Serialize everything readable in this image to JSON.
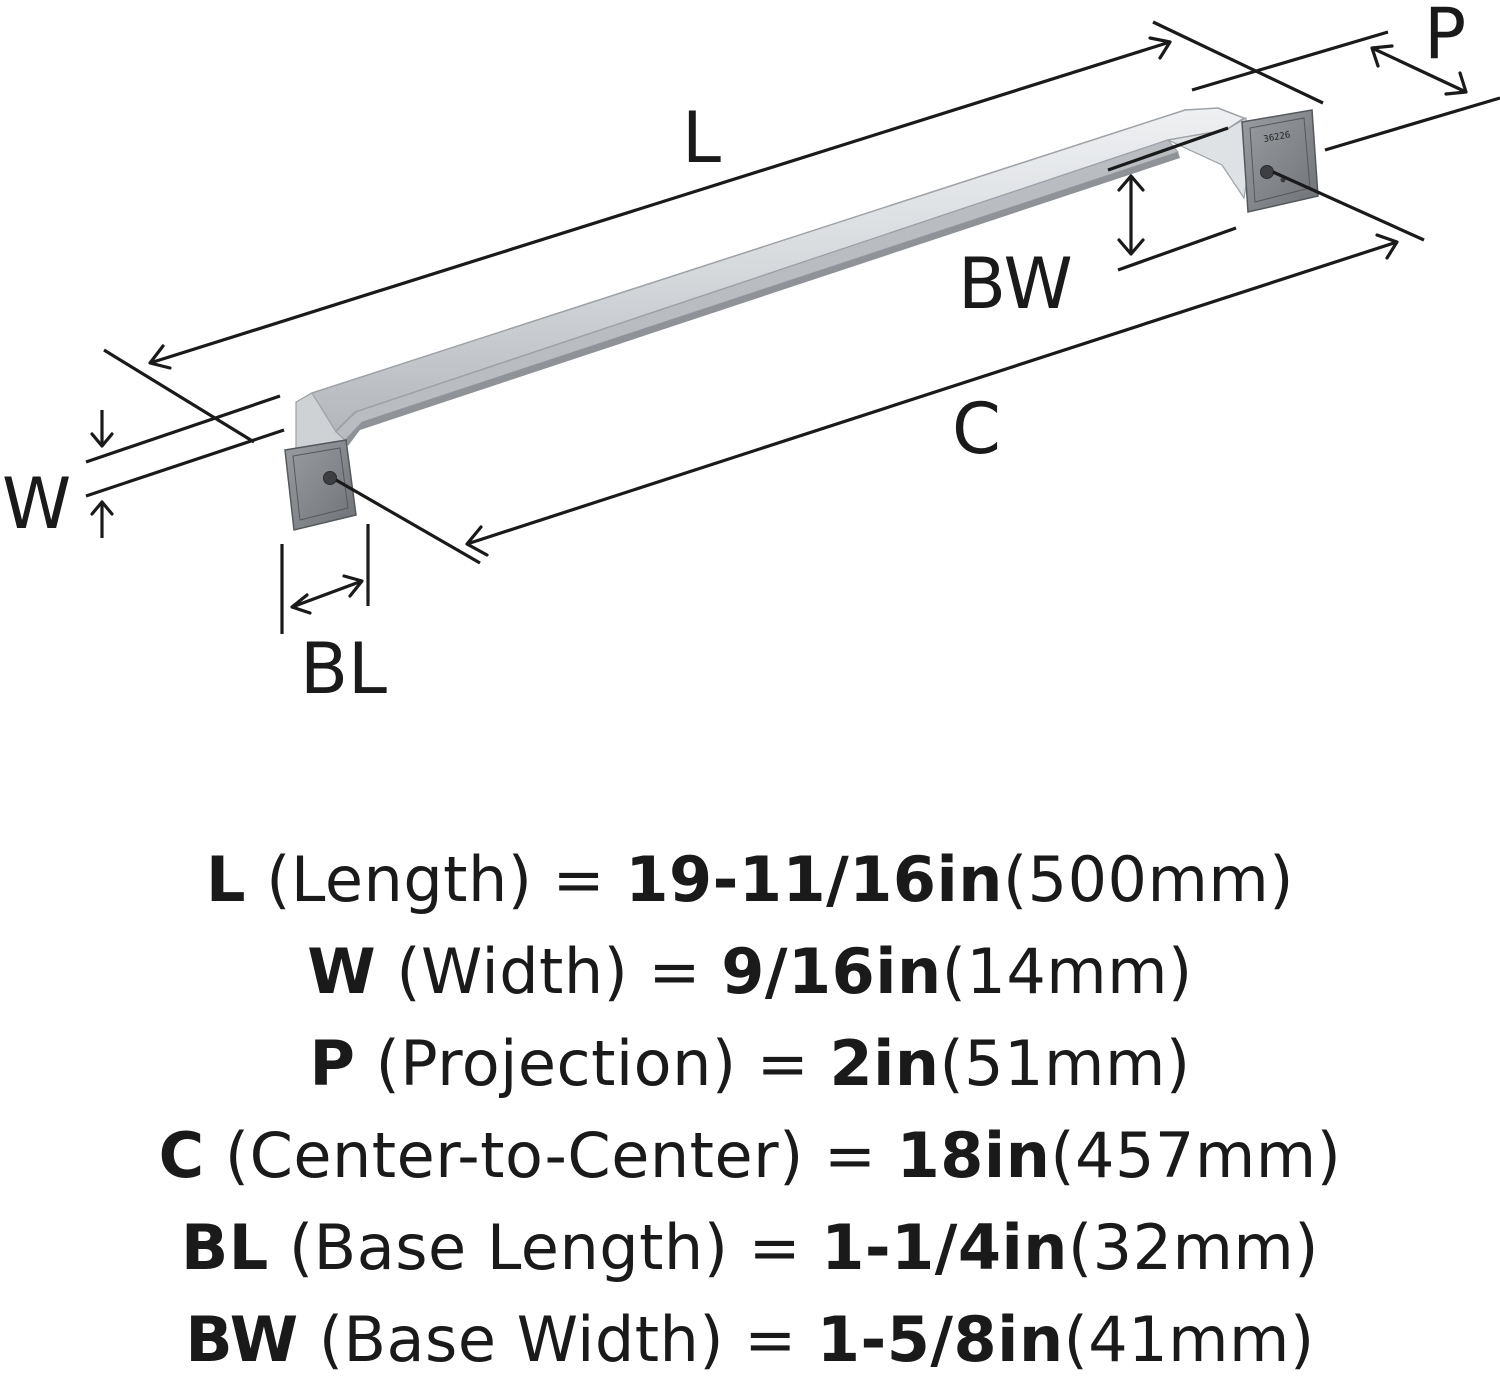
{
  "diagram": {
    "labels": {
      "L": "L",
      "W": "W",
      "P": "P",
      "C": "C",
      "BL": "BL",
      "BW": "BW"
    },
    "part_number": "36226",
    "colors": {
      "line": "#1a1a1a",
      "bar_light": "#e4e6e8",
      "bar_mid": "#c9ccd0",
      "bar_dark": "#a4a8ad",
      "base_plate": "#8d9094",
      "base_plate_dark": "#6e7175"
    }
  },
  "specs": [
    {
      "symbol": "L",
      "name": " (Length) = ",
      "imperial": "19-11/16in",
      "metric": "(500mm)"
    },
    {
      "symbol": "W",
      "name": " (Width) = ",
      "imperial": "9/16in",
      "metric": "(14mm)"
    },
    {
      "symbol": "P",
      "name": " (Projection) = ",
      "imperial": "2in",
      "metric": "(51mm)"
    },
    {
      "symbol": "C",
      "name": " (Center-to-Center) = ",
      "imperial": "18in",
      "metric": "(457mm)"
    },
    {
      "symbol": "BL",
      "name": " (Base Length) = ",
      "imperial": "1-1/4in",
      "metric": "(32mm)"
    },
    {
      "symbol": "BW",
      "name": " (Base Width) = ",
      "imperial": "1-5/8in",
      "metric": "(41mm)"
    }
  ]
}
